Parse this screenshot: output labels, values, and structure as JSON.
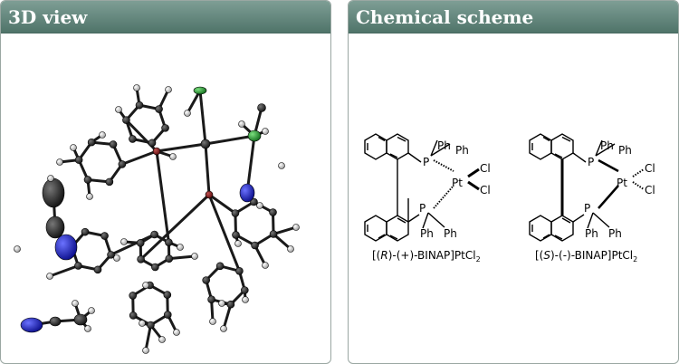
{
  "panels": {
    "view3d": {
      "title": "3D view"
    },
    "scheme": {
      "title": "Chemical scheme"
    }
  },
  "scheme": {
    "atom_labels": {
      "ph": "Ph",
      "p": "P",
      "pt": "Pt",
      "cl": "Cl"
    },
    "compounds": [
      {
        "prefix": "[(",
        "stereo": "R",
        "suffix": ")-(+)-BINAP]PtCl",
        "subscript": "2"
      },
      {
        "prefix": "[(",
        "stereo": "S",
        "suffix": ")-(-)-BINAP]PtCl",
        "subscript": "2"
      }
    ]
  },
  "colors": {
    "header_top": "#7e9e95",
    "header_bottom": "#4f7469",
    "panel_border": "#9aa7a2",
    "carbon": "#1a1a1a",
    "phosphorus": "#8b1a1a",
    "nitrogen": "#1a1fd6",
    "chlorine": "#1e8a2a",
    "hydrogen": "#e8e8e8"
  }
}
